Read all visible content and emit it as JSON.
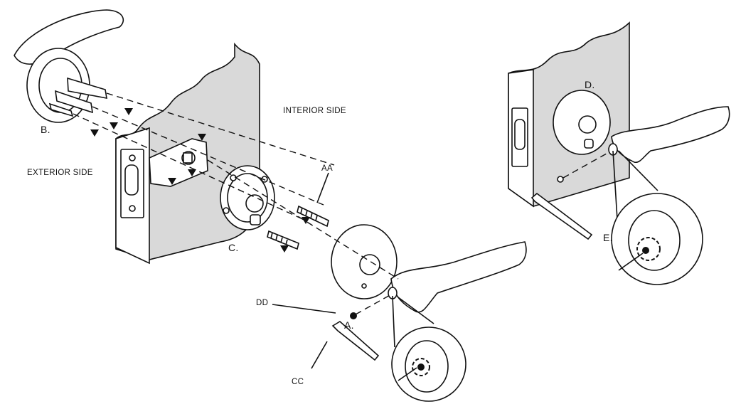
{
  "labels": {
    "interior_side": "INTERIOR SIDE",
    "exterior_side": "EXTERIOR SIDE",
    "a": "A.",
    "b": "B.",
    "c": "C.",
    "d": "D.",
    "e": "E.",
    "aa": "AA",
    "cc": "CC",
    "dd": "DD"
  },
  "icons": [
    "lever-handle-icon",
    "rosette-icon",
    "latch-icon",
    "screw-icon",
    "hex-key-icon",
    "set-screw-icon",
    "direction-arrow-icon"
  ]
}
